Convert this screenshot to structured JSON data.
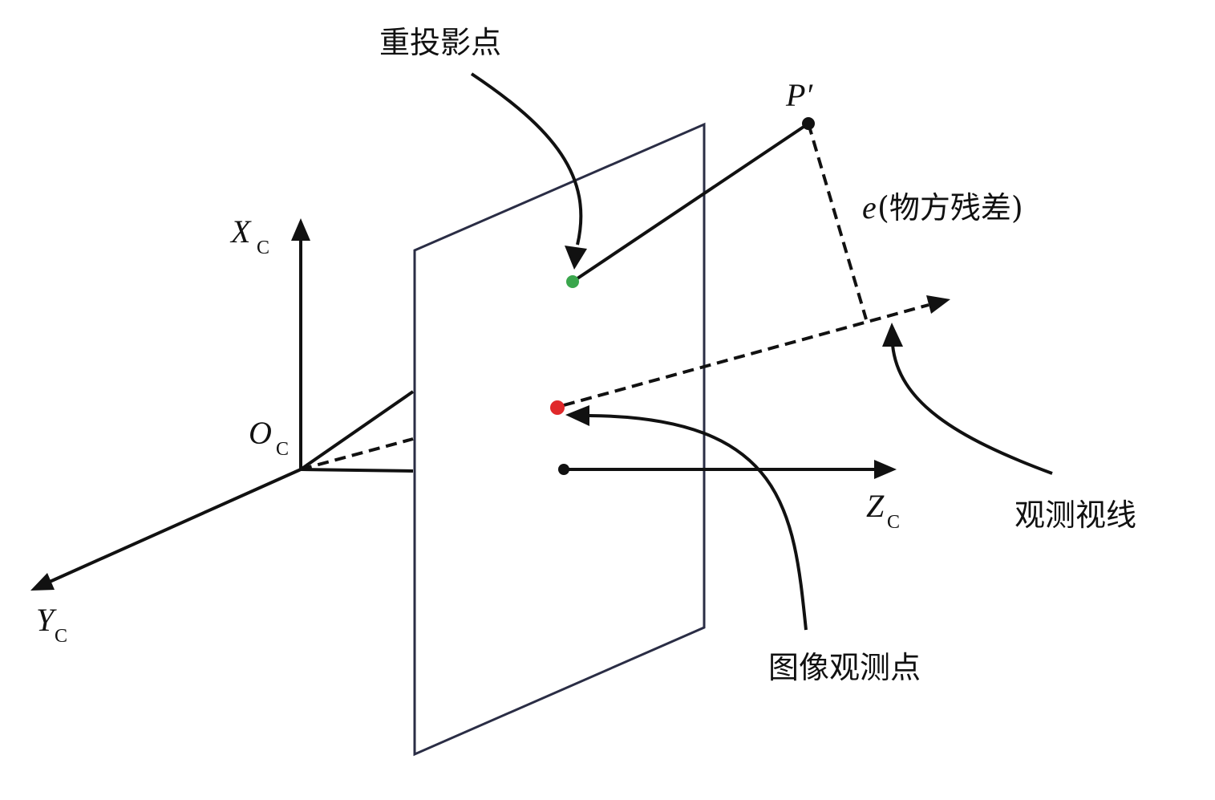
{
  "labels": {
    "reprojection_point": "重投影点",
    "image_observation_point": "图像观测点",
    "observation_ray": "观测视线",
    "residual_var": "e",
    "residual_text": "(物方残差)",
    "p_prime": "P′",
    "x_axis": "X",
    "y_axis": "Y",
    "z_axis": "Z",
    "origin": "O",
    "subscript": "C"
  },
  "colors": {
    "line": "#111111",
    "plane": "#2a2d45",
    "reprojection_point": "#3aa64c",
    "observation_point": "#e0282a"
  }
}
